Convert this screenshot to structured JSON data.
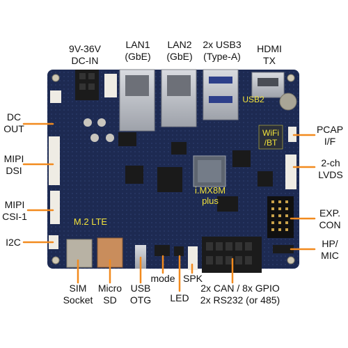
{
  "colors": {
    "pcb": "#1d2a52",
    "pcb_dark": "#141d3a",
    "callout": "#f28a1e",
    "board_label": "#f2e23a",
    "metal": "#b9bcc3",
    "connector_white": "#efece4",
    "connector_black": "#1b1b1b",
    "copper": "#c9a24a"
  },
  "labels": {
    "dc_in": [
      "9V-36V",
      "DC-IN"
    ],
    "lan1": [
      "LAN1",
      "(GbE)"
    ],
    "lan2": [
      "LAN2",
      "(GbE)"
    ],
    "usb3": [
      "2x USB3",
      "(Type-A)"
    ],
    "hdmi": [
      "HDMI",
      "TX"
    ],
    "dc_out": [
      "DC",
      "OUT"
    ],
    "mipi_dsi": [
      "MIPI",
      "DSI"
    ],
    "mipi_csi": [
      "MIPI",
      "CSI-1"
    ],
    "i2c": [
      "I2C"
    ],
    "pcap": [
      "PCAP",
      "I/F"
    ],
    "lvds": [
      "2-ch",
      "LVDS"
    ],
    "exp": [
      "EXP.",
      "CON"
    ],
    "hp_mic": [
      "HP/",
      "MIC"
    ],
    "sim": [
      "SIM",
      "Socket"
    ],
    "microsd": [
      "Micro",
      "SD"
    ],
    "usb_otg": [
      "USB",
      "OTG"
    ],
    "mode": [
      "mode"
    ],
    "led": [
      "LED"
    ],
    "spk": [
      "SPK"
    ],
    "can_gpio": [
      "2x CAN / 8x GPIO",
      "2x RS232 (or 485)"
    ]
  },
  "board_labels": {
    "usb2": "USB2",
    "wifi": [
      "WiFi",
      "/BT"
    ],
    "soc": [
      "i.MX8M",
      "plus"
    ],
    "lte": "M.2 LTE"
  }
}
